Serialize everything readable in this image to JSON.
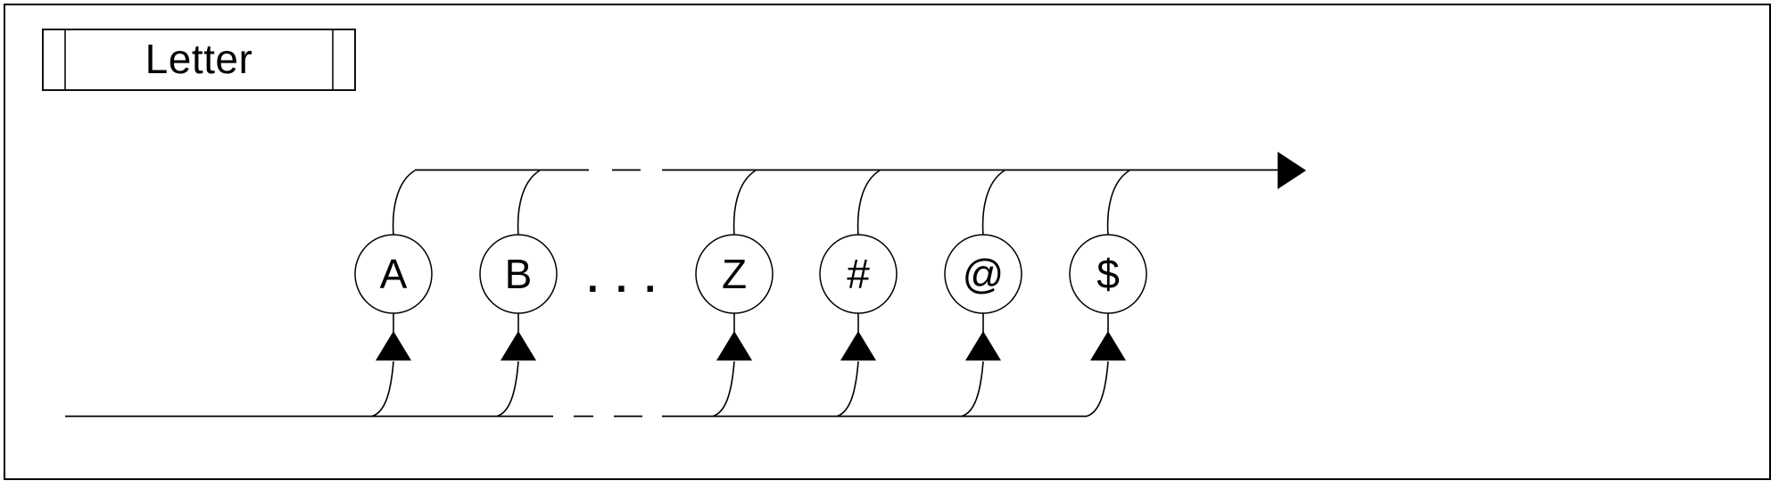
{
  "diagram": {
    "title_box": {
      "label": "Letter"
    },
    "nodes": [
      {
        "symbol": "A"
      },
      {
        "symbol": "B"
      },
      {
        "symbol": "Z"
      },
      {
        "symbol": "#"
      },
      {
        "symbol": "@"
      },
      {
        "symbol": "$"
      }
    ],
    "ellipsis": ". . .",
    "colors": {
      "ink": "#000000",
      "paper": "#ffffff"
    }
  }
}
